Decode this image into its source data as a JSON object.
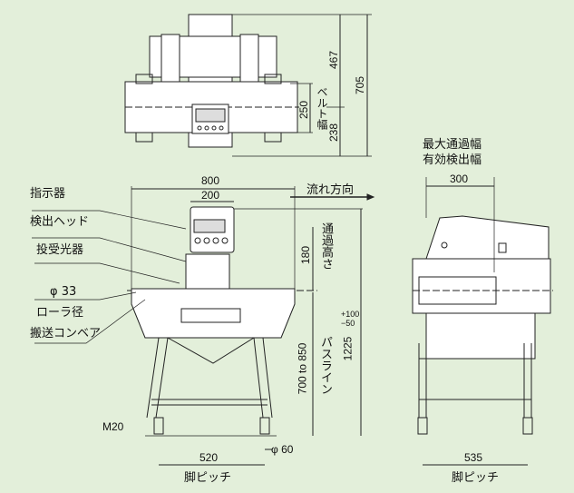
{
  "labels": {
    "indicator": "指示器",
    "detection_head": "検出ヘッド",
    "photo_sensor": "投受光器",
    "roller_dia_value": "φ 33",
    "roller_dia": "ローラ径",
    "conveyor": "搬送コンベア",
    "flow_direction": "流れ方向",
    "pass_height": "通過高さ",
    "pass_line": "パスライン",
    "belt_width": "ベルト幅",
    "max_pass_width": "最大通過幅",
    "effective_width": "有効検出幅",
    "leg_pitch_front": "脚ピッチ",
    "leg_pitch_side": "脚ピッチ",
    "bolt": "M20"
  },
  "dims": {
    "d467": "467",
    "d705": "705",
    "d250": "250",
    "d238": "238",
    "d800": "800",
    "d200": "200",
    "d180": "180",
    "d700_850": "700 to 850",
    "d1225": "1225",
    "tol_plus": "+100",
    "tol_minus": "−50",
    "d520": "520",
    "d60": "φ 60",
    "d300": "300",
    "d535": "535"
  }
}
